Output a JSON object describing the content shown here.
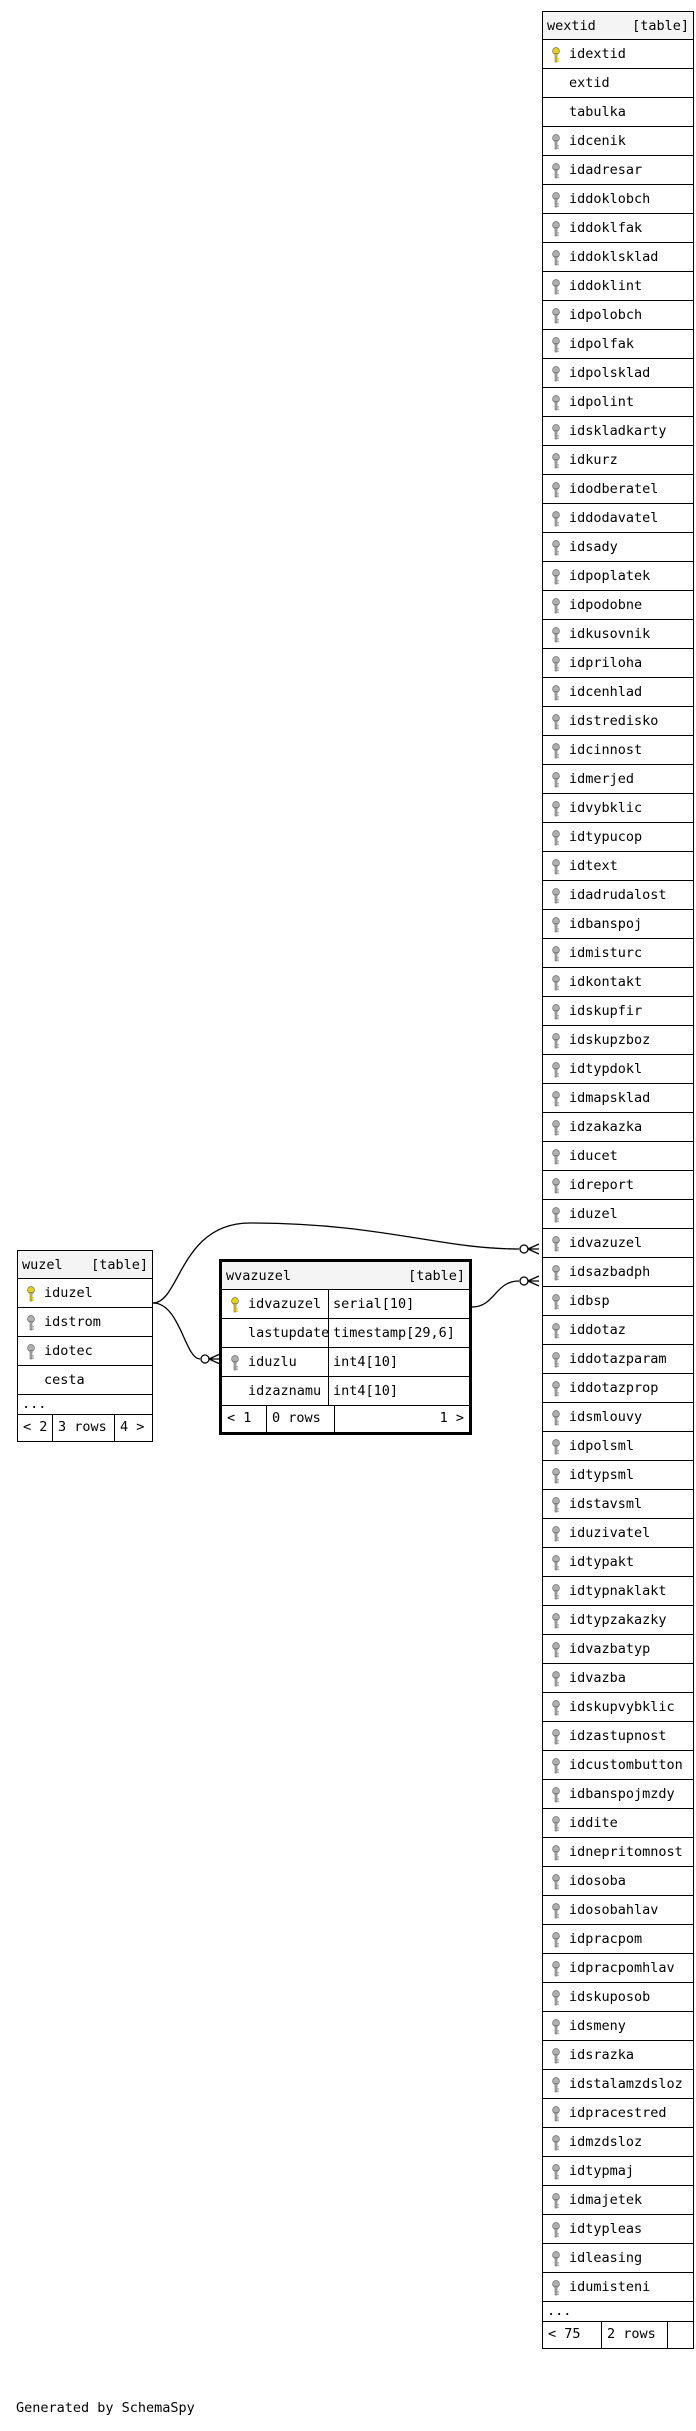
{
  "credit": "Generated by SchemaSpy",
  "ellipsis": "...",
  "colors": {
    "primary_key": "#e6d21a",
    "foreign_key": "#b0b0b0",
    "line": "#000000"
  },
  "wuzel": {
    "title": "wuzel",
    "kind": "[table]",
    "columns": [
      {
        "name": "iduzel",
        "key": "primary"
      },
      {
        "name": "idstrom",
        "key": "foreign"
      },
      {
        "name": "idotec",
        "key": "foreign"
      },
      {
        "name": "cesta",
        "key": ""
      }
    ],
    "footer": {
      "left": "< 2",
      "mid": "3 rows",
      "right": "4 >"
    }
  },
  "wvazuzel": {
    "title": "wvazuzel",
    "kind": "[table]",
    "columns": [
      {
        "name": "idvazuzel",
        "type": "serial[10]",
        "key": "primary"
      },
      {
        "name": "lastupdate",
        "type": "timestamp[29,6]",
        "key": ""
      },
      {
        "name": "iduzlu",
        "type": "int4[10]",
        "key": "foreign"
      },
      {
        "name": "idzaznamu",
        "type": "int4[10]",
        "key": ""
      }
    ],
    "footer": {
      "left": "< 1",
      "mid": "0 rows",
      "right": "1 >"
    }
  },
  "wextid": {
    "title": "wextid",
    "kind": "[table]",
    "columns": [
      {
        "name": "idextid",
        "key": "primary"
      },
      {
        "name": "extid",
        "key": ""
      },
      {
        "name": "tabulka",
        "key": ""
      },
      {
        "name": "idcenik",
        "key": "foreign"
      },
      {
        "name": "idadresar",
        "key": "foreign"
      },
      {
        "name": "iddoklobch",
        "key": "foreign"
      },
      {
        "name": "iddoklfak",
        "key": "foreign"
      },
      {
        "name": "iddoklsklad",
        "key": "foreign"
      },
      {
        "name": "iddoklint",
        "key": "foreign"
      },
      {
        "name": "idpolobch",
        "key": "foreign"
      },
      {
        "name": "idpolfak",
        "key": "foreign"
      },
      {
        "name": "idpolsklad",
        "key": "foreign"
      },
      {
        "name": "idpolint",
        "key": "foreign"
      },
      {
        "name": "idskladkarty",
        "key": "foreign"
      },
      {
        "name": "idkurz",
        "key": "foreign"
      },
      {
        "name": "idodberatel",
        "key": "foreign"
      },
      {
        "name": "iddodavatel",
        "key": "foreign"
      },
      {
        "name": "idsady",
        "key": "foreign"
      },
      {
        "name": "idpoplatek",
        "key": "foreign"
      },
      {
        "name": "idpodobne",
        "key": "foreign"
      },
      {
        "name": "idkusovnik",
        "key": "foreign"
      },
      {
        "name": "idpriloha",
        "key": "foreign"
      },
      {
        "name": "idcenhlad",
        "key": "foreign"
      },
      {
        "name": "idstredisko",
        "key": "foreign"
      },
      {
        "name": "idcinnost",
        "key": "foreign"
      },
      {
        "name": "idmerjed",
        "key": "foreign"
      },
      {
        "name": "idvybklic",
        "key": "foreign"
      },
      {
        "name": "idtypucop",
        "key": "foreign"
      },
      {
        "name": "idtext",
        "key": "foreign"
      },
      {
        "name": "idadrudalost",
        "key": "foreign"
      },
      {
        "name": "idbanspoj",
        "key": "foreign"
      },
      {
        "name": "idmisturc",
        "key": "foreign"
      },
      {
        "name": "idkontakt",
        "key": "foreign"
      },
      {
        "name": "idskupfir",
        "key": "foreign"
      },
      {
        "name": "idskupzboz",
        "key": "foreign"
      },
      {
        "name": "idtypdokl",
        "key": "foreign"
      },
      {
        "name": "idmapsklad",
        "key": "foreign"
      },
      {
        "name": "idzakazka",
        "key": "foreign"
      },
      {
        "name": "iducet",
        "key": "foreign"
      },
      {
        "name": "idreport",
        "key": "foreign"
      },
      {
        "name": "iduzel",
        "key": "foreign"
      },
      {
        "name": "idvazuzel",
        "key": "foreign"
      },
      {
        "name": "idsazbadph",
        "key": "foreign"
      },
      {
        "name": "idbsp",
        "key": "foreign"
      },
      {
        "name": "iddotaz",
        "key": "foreign"
      },
      {
        "name": "iddotazparam",
        "key": "foreign"
      },
      {
        "name": "iddotazprop",
        "key": "foreign"
      },
      {
        "name": "idsmlouvy",
        "key": "foreign"
      },
      {
        "name": "idpolsml",
        "key": "foreign"
      },
      {
        "name": "idtypsml",
        "key": "foreign"
      },
      {
        "name": "idstavsml",
        "key": "foreign"
      },
      {
        "name": "iduzivatel",
        "key": "foreign"
      },
      {
        "name": "idtypakt",
        "key": "foreign"
      },
      {
        "name": "idtypnaklakt",
        "key": "foreign"
      },
      {
        "name": "idtypzakazky",
        "key": "foreign"
      },
      {
        "name": "idvazbatyp",
        "key": "foreign"
      },
      {
        "name": "idvazba",
        "key": "foreign"
      },
      {
        "name": "idskupvybklic",
        "key": "foreign"
      },
      {
        "name": "idzastupnost",
        "key": "foreign"
      },
      {
        "name": "idcustombutton",
        "key": "foreign"
      },
      {
        "name": "idbanspojmzdy",
        "key": "foreign"
      },
      {
        "name": "iddite",
        "key": "foreign"
      },
      {
        "name": "idnepritomnost",
        "key": "foreign"
      },
      {
        "name": "idosoba",
        "key": "foreign"
      },
      {
        "name": "idosobahlav",
        "key": "foreign"
      },
      {
        "name": "idpracpom",
        "key": "foreign"
      },
      {
        "name": "idpracpomhlav",
        "key": "foreign"
      },
      {
        "name": "idskuposob",
        "key": "foreign"
      },
      {
        "name": "idsmeny",
        "key": "foreign"
      },
      {
        "name": "idsrazka",
        "key": "foreign"
      },
      {
        "name": "idstalamzdsloz",
        "key": "foreign"
      },
      {
        "name": "idpracestred",
        "key": "foreign"
      },
      {
        "name": "idmzdsloz",
        "key": "foreign"
      },
      {
        "name": "idtypmaj",
        "key": "foreign"
      },
      {
        "name": "idmajetek",
        "key": "foreign"
      },
      {
        "name": "idtypleas",
        "key": "foreign"
      },
      {
        "name": "idleasing",
        "key": "foreign"
      },
      {
        "name": "idumisteni",
        "key": "foreign"
      }
    ],
    "footer": {
      "left": "< 75",
      "mid": "2 rows",
      "right": ""
    }
  }
}
